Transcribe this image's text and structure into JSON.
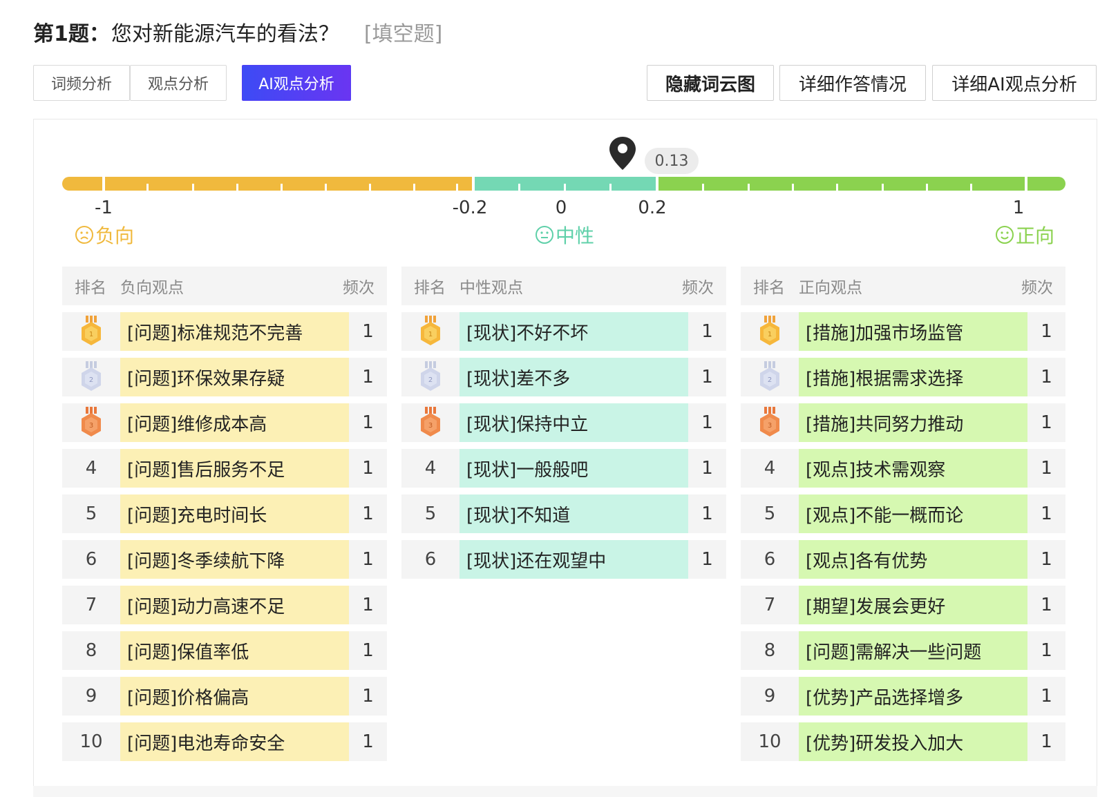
{
  "question": {
    "number": "第1题：",
    "text": "您对新能源汽车的看法？",
    "type": "[填空题]"
  },
  "tabs": [
    {
      "label": "词频分析",
      "active": false
    },
    {
      "label": "观点分析",
      "active": false
    },
    {
      "label": "AI观点分析",
      "active": true
    }
  ],
  "actions": {
    "hide_wordcloud": "隐藏词云图",
    "detail_answers": "详细作答情况",
    "detail_ai": "详细AI观点分析"
  },
  "scale": {
    "value": "0.13",
    "labels": {
      "minus_one": "-1",
      "minus_point_two": "-0.2",
      "zero": "0",
      "point_two": "0.2",
      "one": "1"
    },
    "negative_label": "负向",
    "neutral_label": "中性",
    "positive_label": "正向"
  },
  "colors": {
    "negative": "#f0b93d",
    "neutral": "#74d8b4",
    "positive": "#8bd24f",
    "accent": "#4a3cf7"
  },
  "tables": {
    "negative": {
      "headers": {
        "rank": "排名",
        "view": "负向观点",
        "freq": "频次"
      },
      "rows": [
        {
          "rank": "1",
          "view": "[问题]标准规范不完善",
          "freq": "1"
        },
        {
          "rank": "2",
          "view": "[问题]环保效果存疑",
          "freq": "1"
        },
        {
          "rank": "3",
          "view": "[问题]维修成本高",
          "freq": "1"
        },
        {
          "rank": "4",
          "view": "[问题]售后服务不足",
          "freq": "1"
        },
        {
          "rank": "5",
          "view": "[问题]充电时间长",
          "freq": "1"
        },
        {
          "rank": "6",
          "view": "[问题]冬季续航下降",
          "freq": "1"
        },
        {
          "rank": "7",
          "view": "[问题]动力高速不足",
          "freq": "1"
        },
        {
          "rank": "8",
          "view": "[问题]保值率低",
          "freq": "1"
        },
        {
          "rank": "9",
          "view": "[问题]价格偏高",
          "freq": "1"
        },
        {
          "rank": "10",
          "view": "[问题]电池寿命安全",
          "freq": "1"
        }
      ]
    },
    "neutral": {
      "headers": {
        "rank": "排名",
        "view": "中性观点",
        "freq": "频次"
      },
      "rows": [
        {
          "rank": "1",
          "view": "[现状]不好不坏",
          "freq": "1"
        },
        {
          "rank": "2",
          "view": "[现状]差不多",
          "freq": "1"
        },
        {
          "rank": "3",
          "view": "[现状]保持中立",
          "freq": "1"
        },
        {
          "rank": "4",
          "view": "[现状]一般般吧",
          "freq": "1"
        },
        {
          "rank": "5",
          "view": "[现状]不知道",
          "freq": "1"
        },
        {
          "rank": "6",
          "view": "[现状]还在观望中",
          "freq": "1"
        }
      ]
    },
    "positive": {
      "headers": {
        "rank": "排名",
        "view": "正向观点",
        "freq": "频次"
      },
      "rows": [
        {
          "rank": "1",
          "view": "[措施]加强市场监管",
          "freq": "1"
        },
        {
          "rank": "2",
          "view": "[措施]根据需求选择",
          "freq": "1"
        },
        {
          "rank": "3",
          "view": "[措施]共同努力推动",
          "freq": "1"
        },
        {
          "rank": "4",
          "view": "[观点]技术需观察",
          "freq": "1"
        },
        {
          "rank": "5",
          "view": "[观点]不能一概而论",
          "freq": "1"
        },
        {
          "rank": "6",
          "view": "[观点]各有优势",
          "freq": "1"
        },
        {
          "rank": "7",
          "view": "[期望]发展会更好",
          "freq": "1"
        },
        {
          "rank": "8",
          "view": "[问题]需解决一些问题",
          "freq": "1"
        },
        {
          "rank": "9",
          "view": "[优势]产品选择增多",
          "freq": "1"
        },
        {
          "rank": "10",
          "view": "[优势]研发投入加大",
          "freq": "1"
        }
      ]
    }
  }
}
